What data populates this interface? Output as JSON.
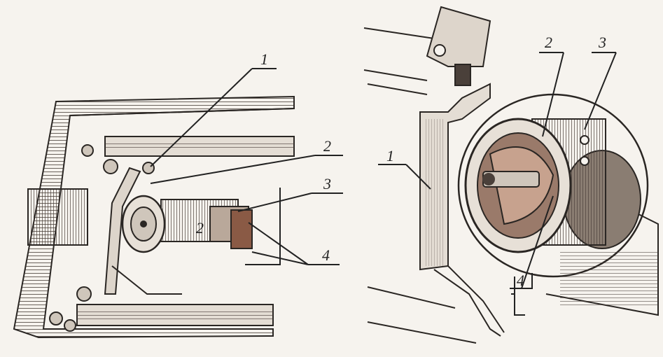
{
  "left_figure": {
    "labels": [
      "1",
      "2",
      "3",
      "4"
    ],
    "inline_number": "2"
  },
  "right_figure": {
    "labels": [
      "1",
      "2",
      "3",
      "4"
    ]
  },
  "colors": {
    "paper": "#f6f3ee",
    "ink": "#2a2623",
    "shade": "#6a5d52",
    "rust": "#8a5a45"
  }
}
